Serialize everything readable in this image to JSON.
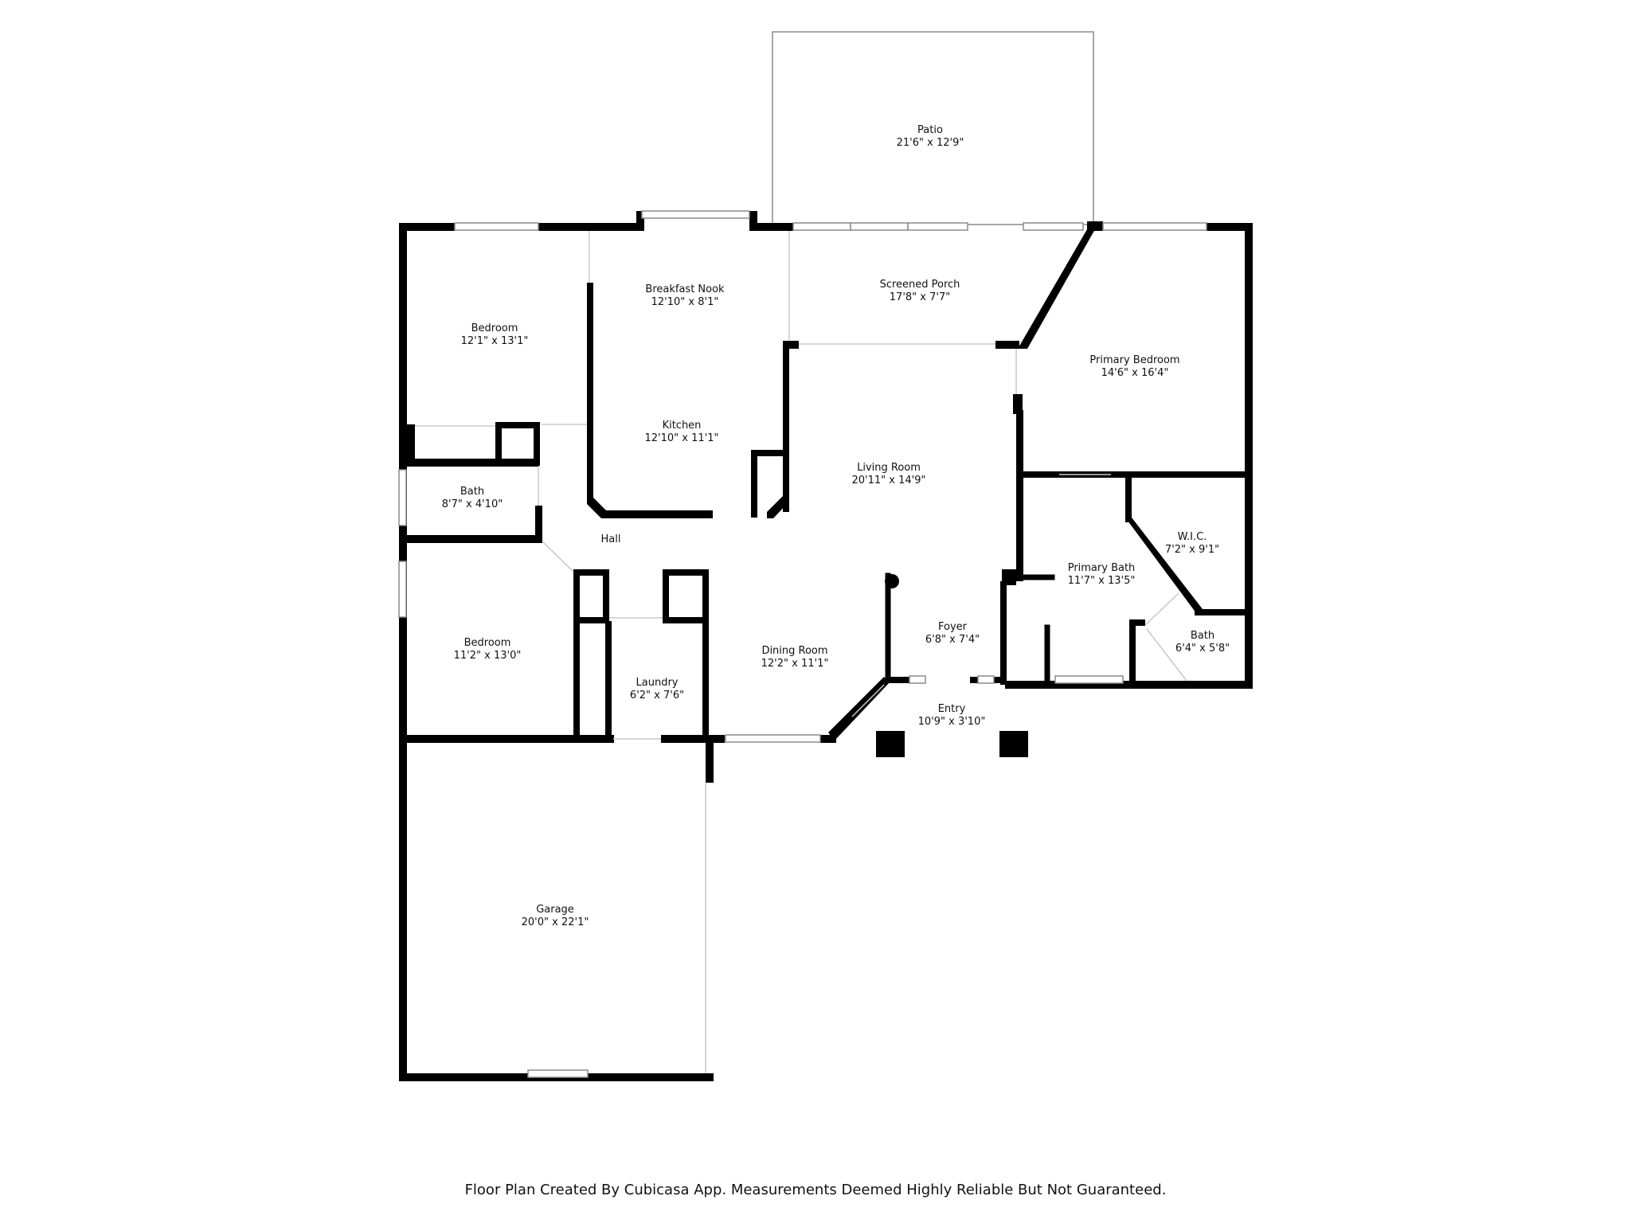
{
  "rooms": {
    "patio": {
      "name": "Patio",
      "dims": "21'6\" x 12'9\""
    },
    "breakfast_nook": {
      "name": "Breakfast Nook",
      "dims": "12'10\" x 8'1\""
    },
    "screened_porch": {
      "name": "Screened Porch",
      "dims": "17'8\" x 7'7\""
    },
    "bedroom_1": {
      "name": "Bedroom",
      "dims": "12'1\" x 13'1\""
    },
    "primary_bedroom": {
      "name": "Primary Bedroom",
      "dims": "14'6\" x 16'4\""
    },
    "kitchen": {
      "name": "Kitchen",
      "dims": "12'10\" x 11'1\""
    },
    "living_room": {
      "name": "Living Room",
      "dims": "20'11\" x 14'9\""
    },
    "bath_1": {
      "name": "Bath",
      "dims": "8'7\" x 4'10\""
    },
    "hall": {
      "name": "Hall"
    },
    "wic": {
      "name": "W.I.C.",
      "dims": "7'2\" x 9'1\""
    },
    "primary_bath": {
      "name": "Primary Bath",
      "dims": "11'7\" x 13'5\""
    },
    "bedroom_2": {
      "name": "Bedroom",
      "dims": "11'2\" x 13'0\""
    },
    "foyer": {
      "name": "Foyer",
      "dims": "6'8\" x 7'4\""
    },
    "bath_2": {
      "name": "Bath",
      "dims": "6'4\" x 5'8\""
    },
    "dining_room": {
      "name": "Dining Room",
      "dims": "12'2\" x 11'1\""
    },
    "laundry": {
      "name": "Laundry",
      "dims": "6'2\" x 7'6\""
    },
    "entry": {
      "name": "Entry",
      "dims": "10'9\" x 3'10\""
    },
    "garage": {
      "name": "Garage",
      "dims": "20'0\" x 22'1\""
    }
  },
  "footer": "Floor Plan Created By Cubicasa App. Measurements Deemed Highly Reliable But Not Guaranteed.",
  "colors": {
    "wall": "#000000",
    "window_stroke": "#8a8a8a",
    "background": "#ffffff"
  }
}
